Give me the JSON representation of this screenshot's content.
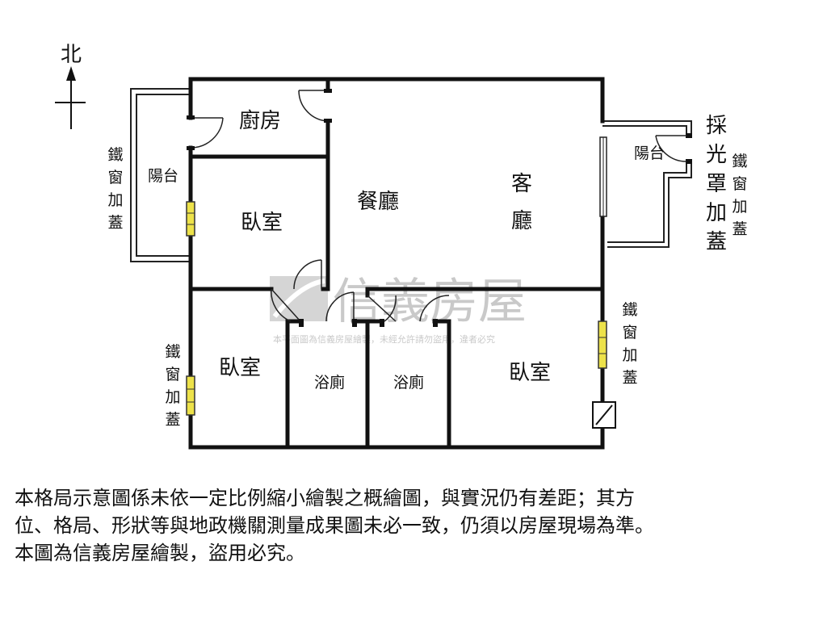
{
  "compass": {
    "north_label": "北"
  },
  "rooms": {
    "kitchen": "廚房",
    "dining": "餐廳",
    "living": [
      "客",
      "廳"
    ],
    "bedroom_nw": "臥室",
    "bedroom_sw": "臥室",
    "bedroom_se": "臥室",
    "bath_1": "浴廁",
    "bath_2": "浴廁",
    "balcony_west": "陽台",
    "balcony_east": "陽台"
  },
  "annotations": {
    "iron_window_west_upper": [
      "鐵",
      "窗",
      "加",
      "蓋"
    ],
    "iron_window_west_lower": [
      "鐵",
      "窗",
      "加",
      "蓋"
    ],
    "iron_window_east": [
      "鐵",
      "窗",
      "加",
      "蓋"
    ],
    "iron_window_east_balcony": [
      "鐵",
      "窗",
      "加",
      "蓋"
    ],
    "skylight_cover": [
      "採",
      "光",
      "罩",
      "加",
      "蓋"
    ]
  },
  "watermark": {
    "brand": "信義房屋",
    "notice": "本平面圖為信義房屋繪製，未經允許請勿盜用，違者必究"
  },
  "disclaimer": {
    "line1": "本格局示意圖係未依一定比例縮小繪製之概繪圖，與實況仍有差距；其方",
    "line2": "位、格局、形狀等與地政機關測量成果圖未必一致，仍須以房屋現場為準。",
    "line3": "本圖為信義房屋繪製，盜用必究。"
  }
}
